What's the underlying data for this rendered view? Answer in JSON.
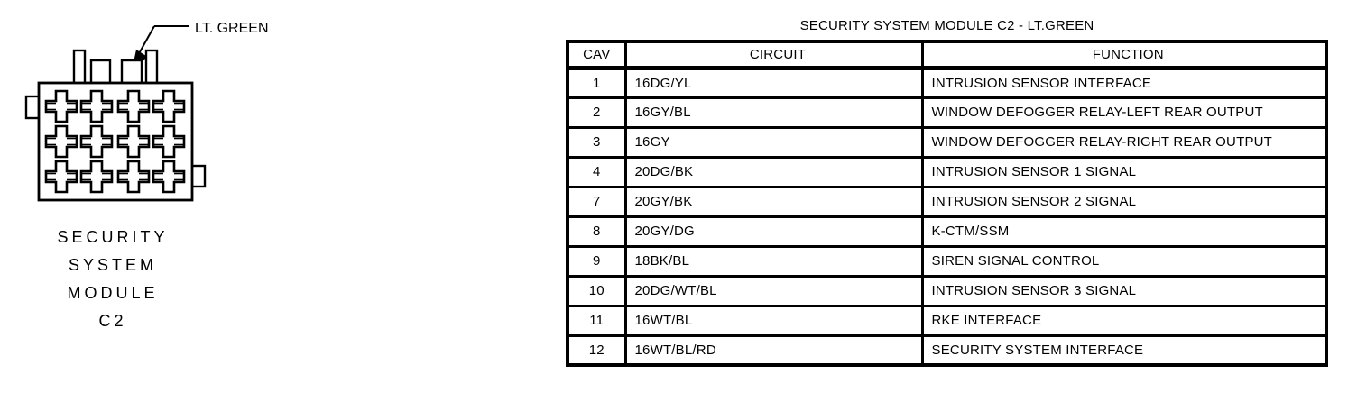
{
  "diagram": {
    "connector_color_label": "LT. GREEN",
    "caption_lines": [
      "SECURITY",
      "SYSTEM",
      "MODULE",
      "C2"
    ]
  },
  "table": {
    "title": "SECURITY SYSTEM MODULE C2 - LT.GREEN",
    "headers": {
      "cav": "CAV",
      "circuit": "CIRCUIT",
      "function": "FUNCTION"
    },
    "rows": [
      {
        "cav": "1",
        "circuit": "16DG/YL",
        "function": "INTRUSION SENSOR INTERFACE"
      },
      {
        "cav": "2",
        "circuit": "16GY/BL",
        "function": "WINDOW DEFOGGER RELAY-LEFT REAR OUTPUT"
      },
      {
        "cav": "3",
        "circuit": "16GY",
        "function": "WINDOW DEFOGGER RELAY-RIGHT REAR OUTPUT"
      },
      {
        "cav": "4",
        "circuit": "20DG/BK",
        "function": "INTRUSION SENSOR 1 SIGNAL"
      },
      {
        "cav": "7",
        "circuit": "20GY/BK",
        "function": "INTRUSION SENSOR 2 SIGNAL"
      },
      {
        "cav": "8",
        "circuit": "20GY/DG",
        "function": "K-CTM/SSM"
      },
      {
        "cav": "9",
        "circuit": "18BK/BL",
        "function": "SIREN SIGNAL CONTROL"
      },
      {
        "cav": "10",
        "circuit": "20DG/WT/BL",
        "function": "INTRUSION SENSOR 3 SIGNAL"
      },
      {
        "cav": "11",
        "circuit": "16WT/BL",
        "function": "RKE INTERFACE"
      },
      {
        "cav": "12",
        "circuit": "16WT/BL/RD",
        "function": "SECURITY SYSTEM INTERFACE"
      }
    ]
  },
  "colors": {
    "ink": "#000000",
    "paper": "#ffffff"
  }
}
